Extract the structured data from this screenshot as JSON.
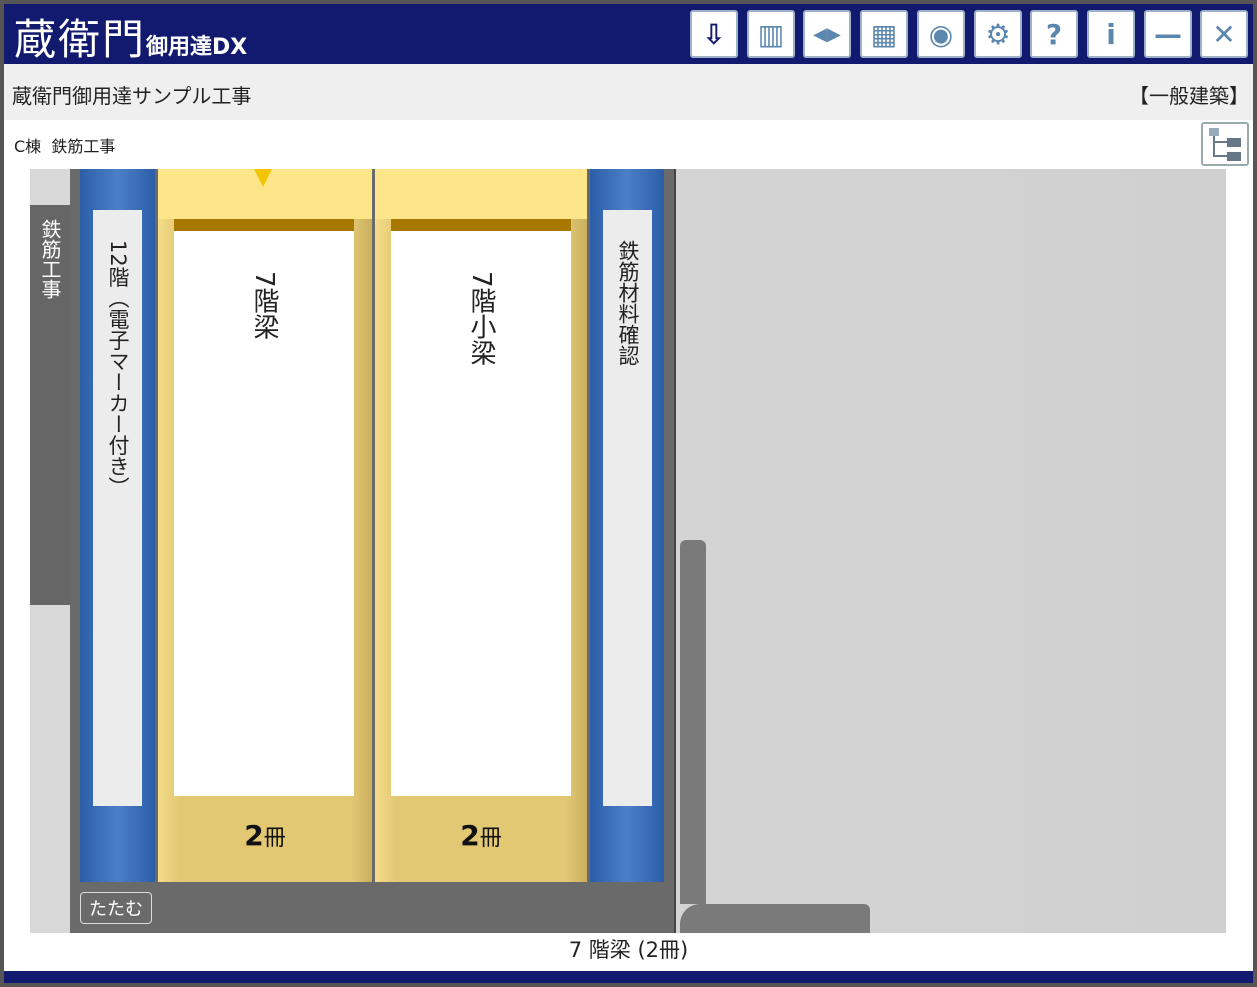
{
  "header": {
    "logo": "蔵衛門",
    "logo_sub": "御用達DX",
    "toolbar": [
      {
        "name": "cloud-download",
        "glyph": "⇩"
      },
      {
        "name": "bookshelf",
        "glyph": "▥"
      },
      {
        "name": "split",
        "glyph": "◀▶"
      },
      {
        "name": "building-info",
        "glyph": "▦"
      },
      {
        "name": "disc-data",
        "glyph": "◉"
      },
      {
        "name": "settings",
        "glyph": "⚙"
      },
      {
        "name": "help",
        "glyph": "?"
      },
      {
        "name": "info",
        "glyph": "i"
      },
      {
        "name": "minimize",
        "glyph": "—"
      },
      {
        "name": "close",
        "glyph": "✕"
      }
    ]
  },
  "project": {
    "title": "蔵衛門御用達サンプル工事",
    "category": "【一般建築】"
  },
  "breadcrumb": "C棟  鉄筋工事",
  "shelf": {
    "tab": "鉄筋工事",
    "binders": [
      {
        "label": "12階（電子マーカー付き）",
        "color": "blue"
      },
      {
        "label": "7階梁",
        "color": "yellow",
        "count": "2",
        "unit": "冊"
      },
      {
        "label": "7階小梁",
        "color": "yellow",
        "count": "2",
        "unit": "冊"
      },
      {
        "label": "鉄筋材料確認",
        "color": "blue"
      }
    ],
    "fold_label": "たたむ"
  },
  "status": "7 階梁 (2冊)",
  "colors": {
    "navy": "#111a6e",
    "binder_blue": "#3b6fb8",
    "binder_yellow": "#e3c873"
  }
}
